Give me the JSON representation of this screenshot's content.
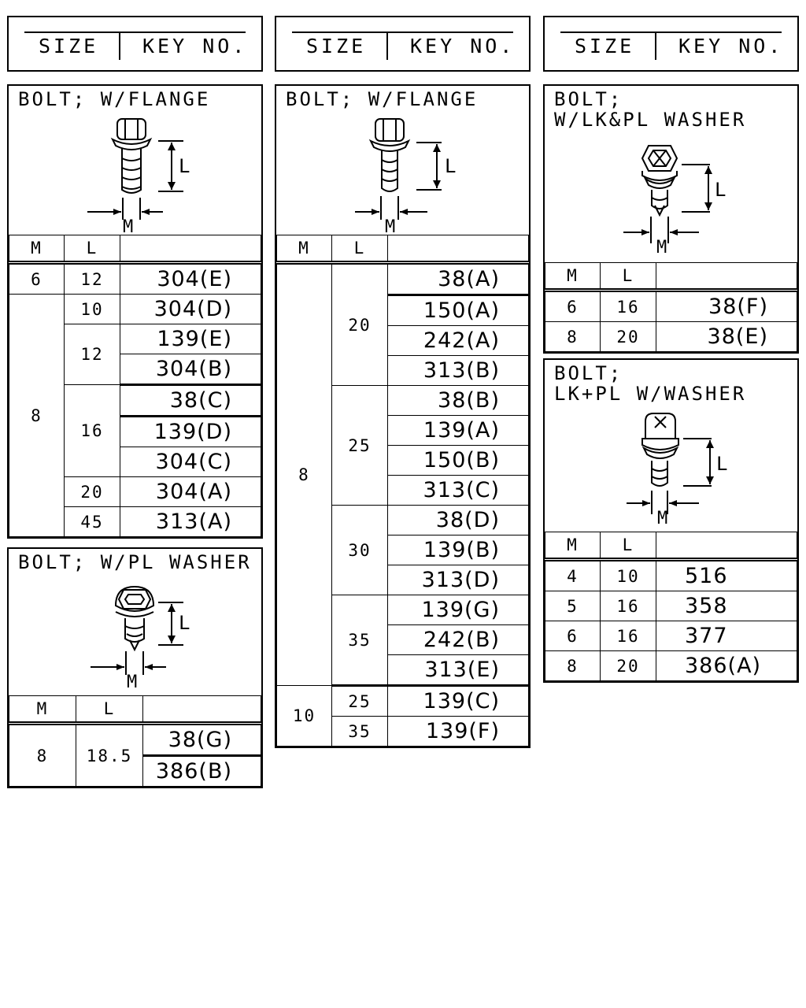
{
  "header": {
    "size_label": "SIZE",
    "key_label": "KEY NO."
  },
  "columns_headers": {
    "m": "M",
    "l": "L"
  },
  "dims": {
    "l": "L",
    "m": "M"
  },
  "sections": {
    "flange1": {
      "title": "BOLT; W/FLANGE",
      "rows": [
        {
          "m": "6",
          "l": "12",
          "key": "304(E)"
        },
        {
          "m": "8",
          "l": "10",
          "key": "304(D)"
        },
        {
          "l": "12",
          "key": "139(E)"
        },
        {
          "key": "304(B)"
        },
        {
          "l": "16",
          "key": "38(C)"
        },
        {
          "key": "139(D)"
        },
        {
          "key": "304(C)"
        },
        {
          "l": "20",
          "key": "304(A)"
        },
        {
          "l": "45",
          "key": "313(A)"
        }
      ]
    },
    "plwasher": {
      "title": "BOLT; W/PL WASHER",
      "rows": [
        {
          "m": "8",
          "l": "18.5",
          "key": "38(G)"
        },
        {
          "key": "386(B)"
        }
      ]
    },
    "flange2": {
      "title": "BOLT; W/FLANGE",
      "rows": [
        {
          "m": "8",
          "l": "20",
          "key": "38(A)"
        },
        {
          "key": "150(A)"
        },
        {
          "key": "242(A)"
        },
        {
          "key": "313(B)"
        },
        {
          "l": "25",
          "key": "38(B)"
        },
        {
          "key": "139(A)"
        },
        {
          "key": "150(B)"
        },
        {
          "key": "313(C)"
        },
        {
          "l": "30",
          "key": "38(D)"
        },
        {
          "key": "139(B)"
        },
        {
          "key": "313(D)"
        },
        {
          "l": "35",
          "key": "139(G)"
        },
        {
          "key": "242(B)"
        },
        {
          "key": "313(E)"
        },
        {
          "m": "10",
          "l": "25",
          "key": "139(C)"
        },
        {
          "l": "35",
          "key": "139(F)"
        }
      ]
    },
    "lkpl": {
      "title": "BOLT;\nW/LK&PL WASHER",
      "rows": [
        {
          "m": "6",
          "l": "16",
          "key": "38(F)"
        },
        {
          "m": "8",
          "l": "20",
          "key": "38(E)"
        }
      ]
    },
    "lkplw": {
      "title": "BOLT;\nLK+PL W/WASHER",
      "rows": [
        {
          "m": "4",
          "l": "10",
          "key": "516"
        },
        {
          "m": "5",
          "l": "16",
          "key": "358"
        },
        {
          "m": "6",
          "l": "16",
          "key": "377"
        },
        {
          "m": "8",
          "l": "20",
          "key": "386(A)"
        }
      ]
    }
  }
}
